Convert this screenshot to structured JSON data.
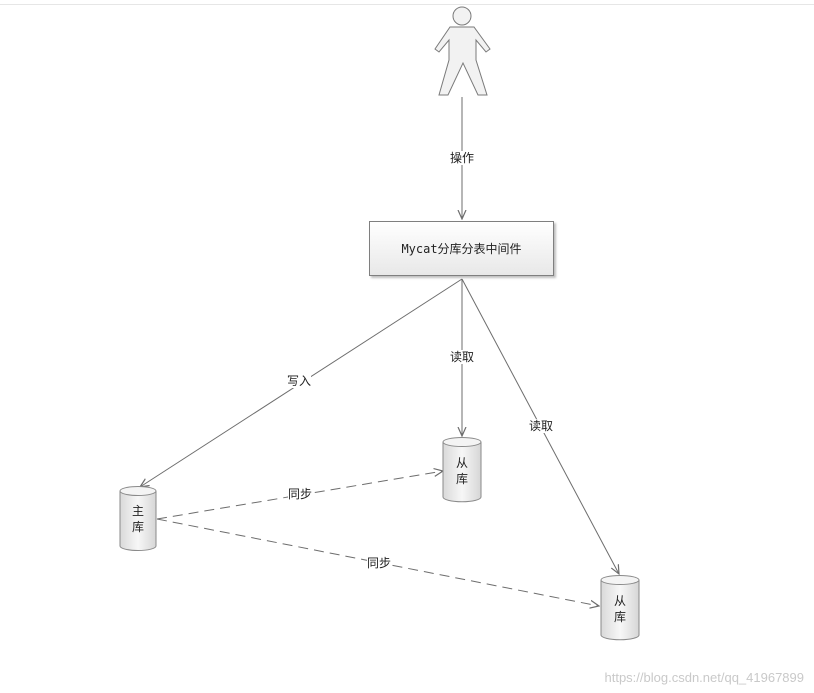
{
  "nodes": {
    "middleware": "Mycat分库分表中间件",
    "master_db": "主\n库",
    "slave_db_1": "从\n库",
    "slave_db_2": "从\n库"
  },
  "edges": {
    "user_to_middleware": "操作",
    "to_master": "写入",
    "to_slave_1": "读取",
    "to_slave_2": "读取",
    "sync_1": "同步",
    "sync_2": "同步"
  },
  "watermark": "https://blog.csdn.net/qq_41967899",
  "colors": {
    "line": "#6d6d6d",
    "shape_fill": "#ececec",
    "shape_stroke": "#8a8a8a"
  }
}
